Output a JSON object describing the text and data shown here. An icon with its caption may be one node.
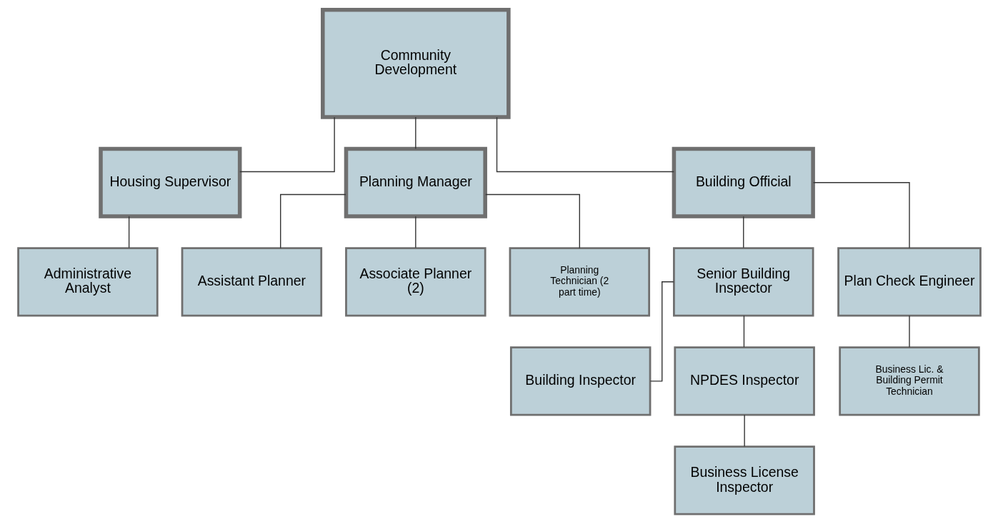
{
  "diagram": {
    "nodes": [
      {
        "text": [
          "Community Development"
        ]
      },
      {
        "text": [
          "Housing Supervisor"
        ]
      },
      {
        "text": [
          "Planning Manager"
        ]
      },
      {
        "text": [
          "Building Official"
        ]
      },
      {
        "text": [
          "Administrative Analyst"
        ]
      },
      {
        "text": [
          "Assistant Planner"
        ]
      },
      {
        "text": [
          "Associate Planner (2)"
        ]
      },
      {
        "text": [
          "Planning Technician (2 part time)"
        ]
      },
      {
        "text": [
          "Senior Building Inspector"
        ]
      },
      {
        "text": [
          "Plan Check Engineer"
        ]
      },
      {
        "text": [
          "Building Inspector"
        ]
      },
      {
        "text": [
          "NPDES Inspector"
        ]
      },
      {
        "text": [
          "Business Lic. & Building Permit Technician"
        ]
      },
      {
        "text": [
          "Business License Inspector"
        ]
      }
    ],
    "edges": [
      {
        "from": 0,
        "to": 1,
        "arrow": "none"
      },
      {
        "from": 0,
        "to": 2,
        "arrow": "none"
      },
      {
        "from": 0,
        "to": 3,
        "arrow": "none"
      },
      {
        "from": 1,
        "to": 4,
        "arrow": "none"
      },
      {
        "from": 2,
        "to": 5,
        "arrow": "none"
      },
      {
        "from": 2,
        "to": 6,
        "arrow": "none"
      },
      {
        "from": 2,
        "to": 7,
        "arrow": "none"
      },
      {
        "from": 3,
        "to": 8,
        "arrow": "none"
      },
      {
        "from": 3,
        "to": 9,
        "arrow": "none"
      },
      {
        "from": 8,
        "to": 10,
        "arrow": "none"
      },
      {
        "from": 8,
        "to": 11,
        "arrow": "none"
      },
      {
        "from": 9,
        "to": 12,
        "arrow": "none"
      },
      {
        "from": 11,
        "to": 13,
        "arrow": "none"
      }
    ]
  }
}
